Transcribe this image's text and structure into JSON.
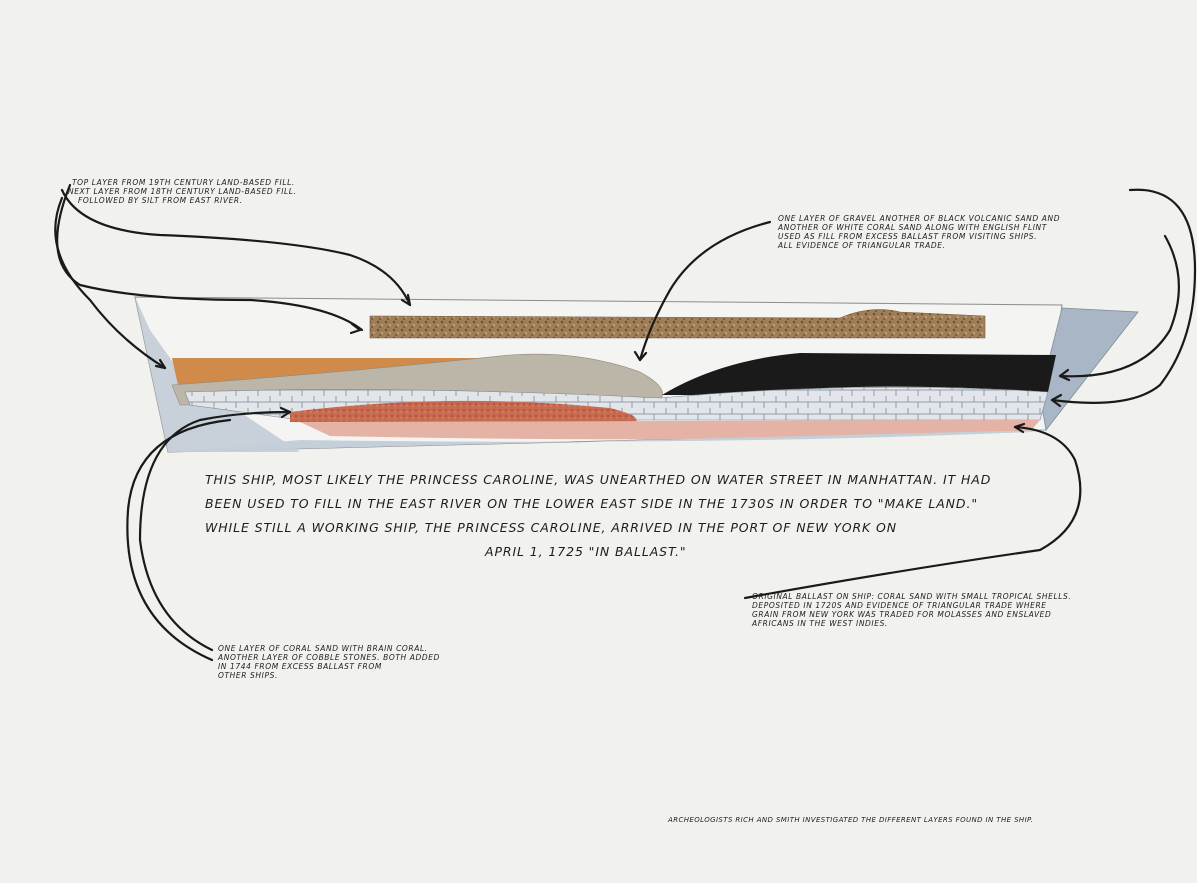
{
  "annotations": {
    "top_left": [
      "Top layer from 19th century land-based fill.",
      "Next layer from 18th century land-based fill.",
      "Followed by silt from East River."
    ],
    "top_right": [
      "One layer of gravel another of black volcanic sand and",
      "another of white coral sand along with English flint",
      "used as fill from excess ballast from visiting ships.",
      "All evidence of triangular trade."
    ],
    "main_caption": [
      "This ship, most likely the Princess Caroline, was unearthed on Water Street in Manhattan. It had",
      "been used to fill in the East River on the Lower East Side in the 1730s in order to \"make land.\"",
      "While still a working ship, the Princess Caroline, arrived in the port of New York on",
      "April 1, 1725 \"in ballast.\""
    ],
    "bottom_right": [
      "Original ballast on ship: coral sand with small tropical shells.",
      "Deposited in 1720s and evidence of triangular trade where",
      "grain from New York was traded for molasses and enslaved",
      "Africans in the West Indies."
    ],
    "bottom_left": [
      "One layer of coral sand with brain coral.",
      "Another layer of cobble stones. Both added",
      "in 1744 from excess ballast from",
      "other ships."
    ],
    "footer": "Archeologists Rich and Smith investigated the different layers found in the ship."
  },
  "colors": {
    "paper": "#f1f1ee",
    "ink": "#1d1d1d",
    "top_fill": "#9a7a55",
    "silt_orange": "#d08a4a",
    "gravel_gray": "#b9b3a6",
    "black_sand": "#1a1a1a",
    "coral_white": "#dfe3e8",
    "red_layer": "#c4634a",
    "pink_ballast": "#e7b4a8",
    "hull_blue": "#b7c4d3"
  }
}
